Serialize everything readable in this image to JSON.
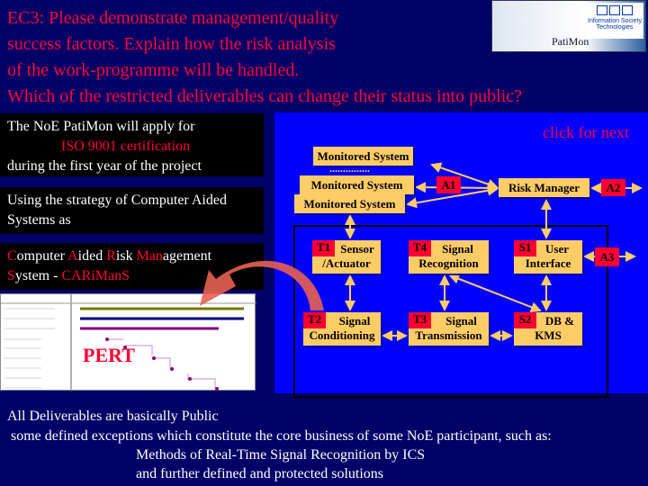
{
  "title": {
    "line1": "EC3: Please demonstrate management/quality",
    "line2": "success factors. Explain how the risk analysis",
    "line3": "of the work-programme will be handled.",
    "line4": "Which of the restricted deliverables can change their status into public?"
  },
  "logo": {
    "ist_label": "Information Society",
    "ist_sub": "Technologies",
    "brand": "PatiMon"
  },
  "left": {
    "iso_line1": "The NoE PatiMon will apply for",
    "iso_line2": "ISO 9001 certification",
    "iso_line3": "during the first year of the project",
    "strategy_line1": "Using the strategy of Computer Aided",
    "strategy_line2": "Systems as",
    "carimans_c": "C",
    "carimans_1": "omputer ",
    "carimans_a": "A",
    "carimans_2": "ided ",
    "carimans_r": "R",
    "carimans_3": "isk ",
    "carimans_man": "Man",
    "carimans_4": "agement",
    "carimans_s": "S",
    "carimans_5": "ystem - ",
    "carimans_name": "CARiManS",
    "pert": "PERT"
  },
  "diagram": {
    "click_next": "click for next",
    "ms1": "Monitored System",
    "ms2": "Monitored System",
    "ms3": "Monitored System",
    "dots": "...............",
    "risk_manager": "Risk Manager",
    "a1": "A1",
    "a2": "A2",
    "a3": "A3",
    "t1": {
      "tag": "T1",
      "l1": "Sensor",
      "l2": "/Actuator"
    },
    "t4": {
      "tag": "T4",
      "l1": "Signal",
      "l2": "Recognition"
    },
    "s1": {
      "tag": "S1",
      "l1": "User",
      "l2": "Interface"
    },
    "t2": {
      "tag": "T2",
      "l1": "Signal",
      "l2": "Conditioning"
    },
    "t3": {
      "tag": "T3",
      "l1": "Signal",
      "l2": "Transmission"
    },
    "s2": {
      "tag": "S2",
      "l1": "DB &",
      "l2": "KMS"
    }
  },
  "bottom": {
    "line1": "All Deliverables are basically Public",
    "line2": "some defined exceptions which constitute the core business of some NoE participant, such as:",
    "line3": "Methods of Real-Time Signal Recognition by ICS",
    "line4": "and further defined and protected solutions"
  }
}
